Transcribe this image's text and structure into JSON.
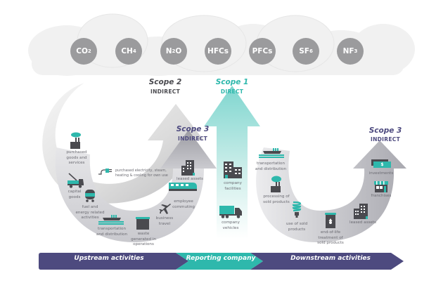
{
  "colors": {
    "teal": "#2eb8ac",
    "teal_light": "#7fd6cf",
    "purple": "#4d4a7f",
    "gray_dark": "#4a4a4f",
    "gray_gas": "#9b9b9d",
    "cloud": "#f0f0f0"
  },
  "gases": [
    {
      "base": "CO",
      "sub": "2"
    },
    {
      "base": "CH",
      "sub": "4"
    },
    {
      "base": "N",
      "sub": "2",
      "tail": "O"
    },
    {
      "base": "HFCs",
      "sub": ""
    },
    {
      "base": "PFCs",
      "sub": ""
    },
    {
      "base": "SF",
      "sub": "6"
    },
    {
      "base": "NF",
      "sub": "3"
    }
  ],
  "scopes": {
    "scope2": {
      "title": "Scope 2",
      "subtitle": "INDIRECT"
    },
    "scope1": {
      "title": "Scope 1",
      "subtitle": "DIRECT"
    },
    "scope3_upstream": {
      "title": "Scope 3",
      "subtitle": "INDIRECT"
    },
    "scope3_downstream": {
      "title": "Scope 3",
      "subtitle": "INDIRECT"
    }
  },
  "upstream": {
    "purchased_goods": [
      "purchased",
      "goods and",
      "services"
    ],
    "capital_goods": [
      "capital",
      "goods"
    ],
    "fuel_energy": [
      "fuel and",
      "energy related",
      "activities"
    ],
    "transport": [
      "transportation",
      "and distribution"
    ],
    "waste": [
      "waste",
      "generated in",
      "operations"
    ],
    "business_travel": [
      "business",
      "travel"
    ],
    "employee_commuting": [
      "employee",
      "commuting"
    ],
    "leased_assets": [
      "leased assets"
    ],
    "electricity": [
      "purchased electricity, steam,",
      "heating & cooling for own use"
    ]
  },
  "company": {
    "facilities": [
      "company",
      "facilities"
    ],
    "vehicles": [
      "company",
      "vehicles"
    ]
  },
  "downstream": {
    "transport": [
      "transportation",
      "and distribution"
    ],
    "processing": [
      "processing of",
      "sold products"
    ],
    "use": [
      "use of sold",
      "products"
    ],
    "end_of_life": [
      "end-of-life",
      "treatment of",
      "sold products"
    ],
    "leased_assets": [
      "leased assets"
    ],
    "franchises": [
      "franchises"
    ],
    "investments": [
      "investments"
    ],
    "investment_symbol": "$"
  },
  "bar": {
    "upstream": "Upstream activities",
    "reporting": "Reporting company",
    "downstream": "Downstream activities"
  }
}
